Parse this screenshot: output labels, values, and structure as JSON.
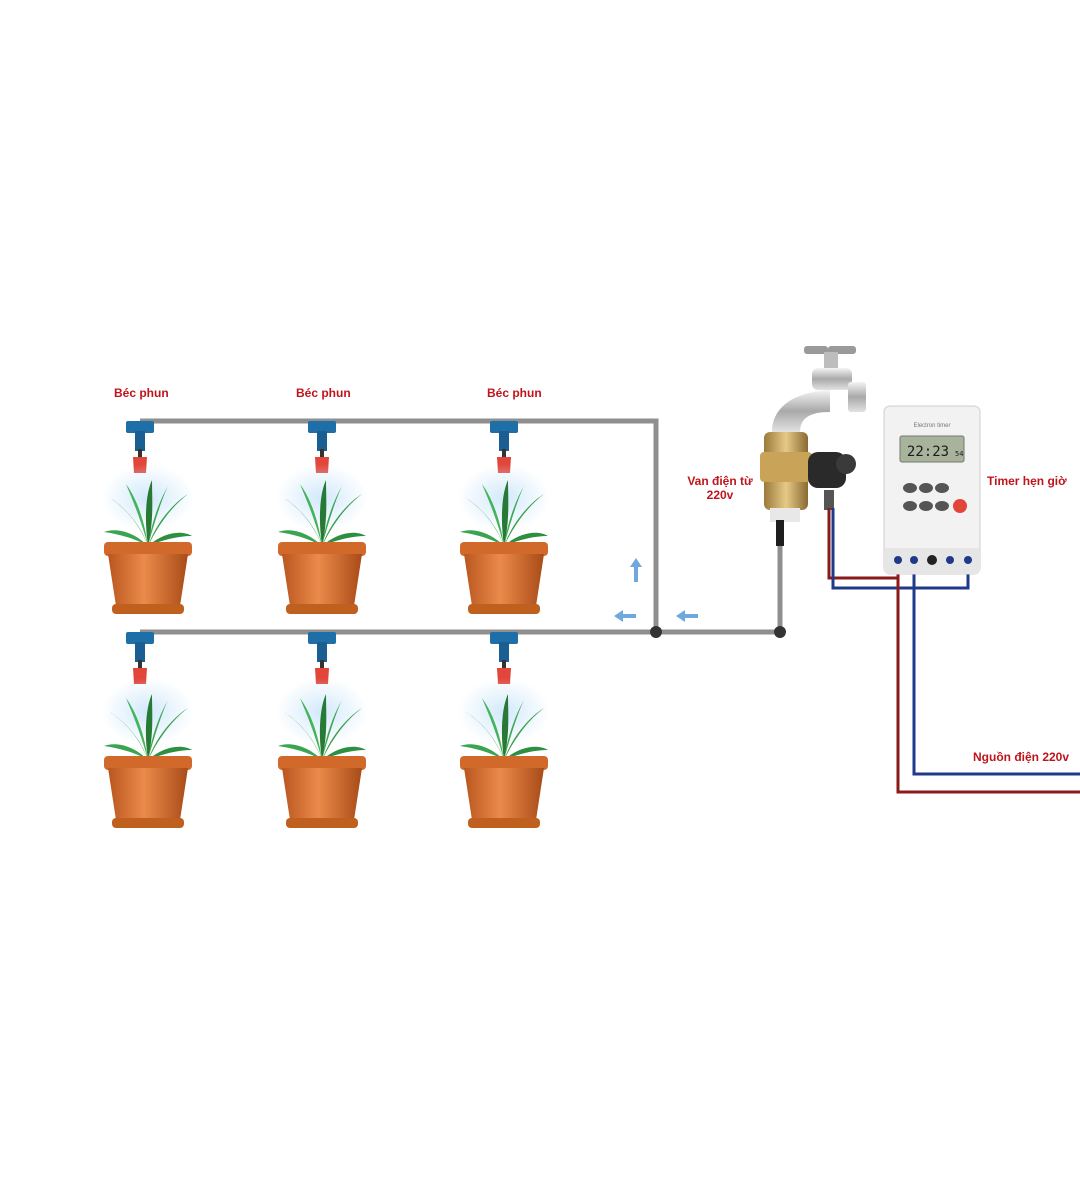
{
  "labels": {
    "nozzle": [
      "Béc phun",
      "Béc phun",
      "Béc phun"
    ],
    "valve_line1": "Van điện từ",
    "valve_line2": "220v",
    "timer": "Timer hẹn giờ",
    "power": "Nguồn điện 220v"
  },
  "timer_device": {
    "brand": "Electron timer",
    "display": "22:23",
    "display_suffix": "54"
  },
  "colors": {
    "pipe": "#8f8f8f",
    "label": "#c0141c",
    "arrow": "#6fa8dc",
    "wire_red": "#8b1a1a",
    "wire_blue": "#1f3a8a",
    "pot": "#e07a3a",
    "leaf": "#2e8b3e",
    "nozzle_body": "#1e6ea8",
    "nozzle_tip": "#e2453a"
  },
  "icons": [
    "faucet-icon",
    "solenoid-valve-icon",
    "timer-icon",
    "plant-pot-icon",
    "nozzle-icon",
    "flow-arrow-icon"
  ]
}
